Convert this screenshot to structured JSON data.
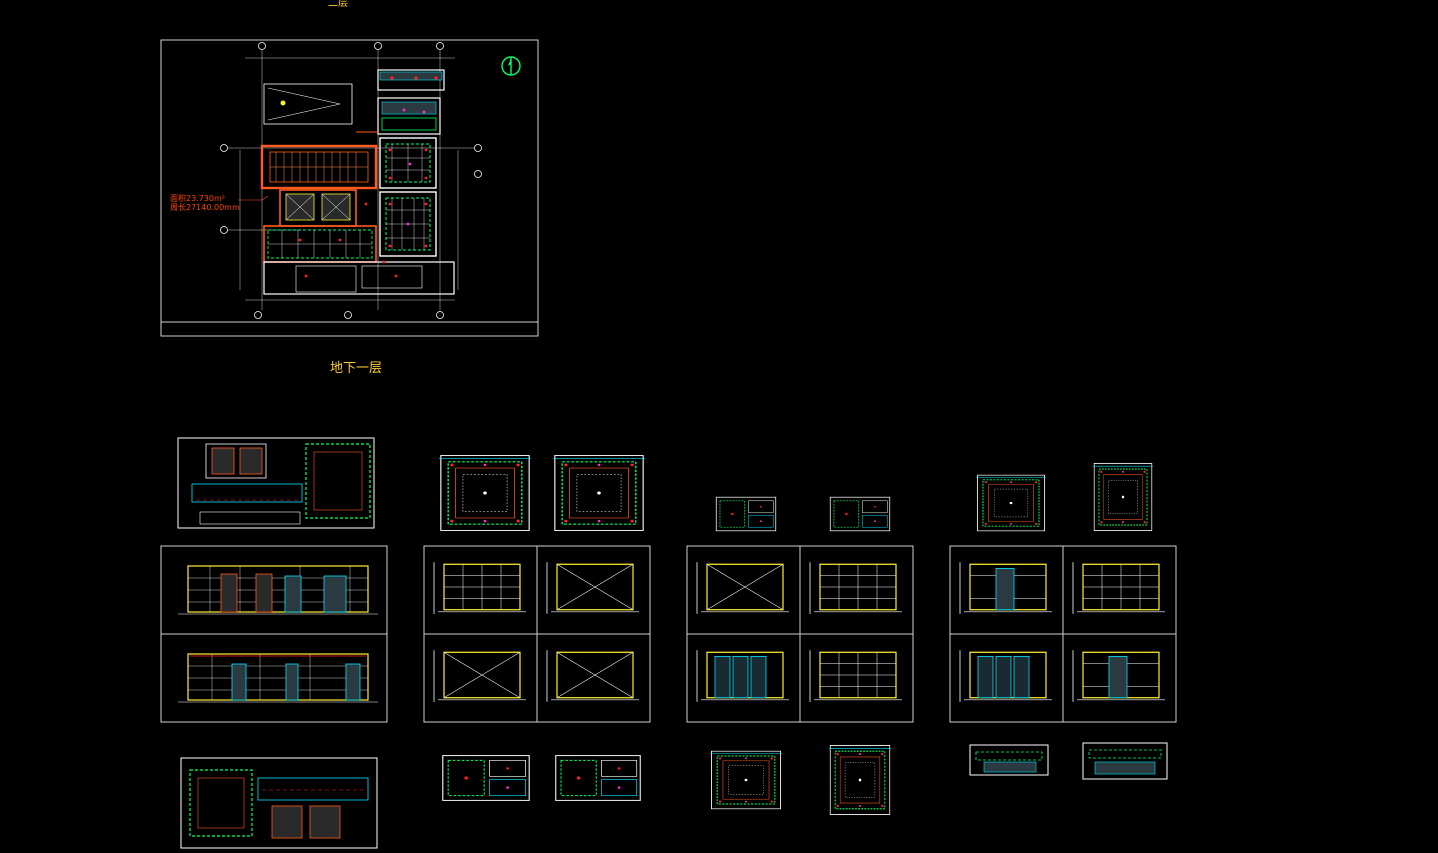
{
  "app": {
    "title": "CAD drawing viewer"
  },
  "plan": {
    "title": "地下一层",
    "area_label": "面积23.730m²",
    "perimeter_label": "周长27140.00mm",
    "top_cut_text": "二层"
  },
  "colors": {
    "background": "#000000",
    "frame": "#d0d0d0",
    "wall": "#ffffff",
    "green": "#00ff66",
    "red": "#ff2020",
    "yellow": "#ffee33",
    "cyan": "#00e5ff",
    "orange": "#ff5a1f",
    "magenta": "#ff33cc",
    "label": "#ffcc33"
  },
  "icons": {
    "north_arrow": "north-arrow-icon"
  }
}
